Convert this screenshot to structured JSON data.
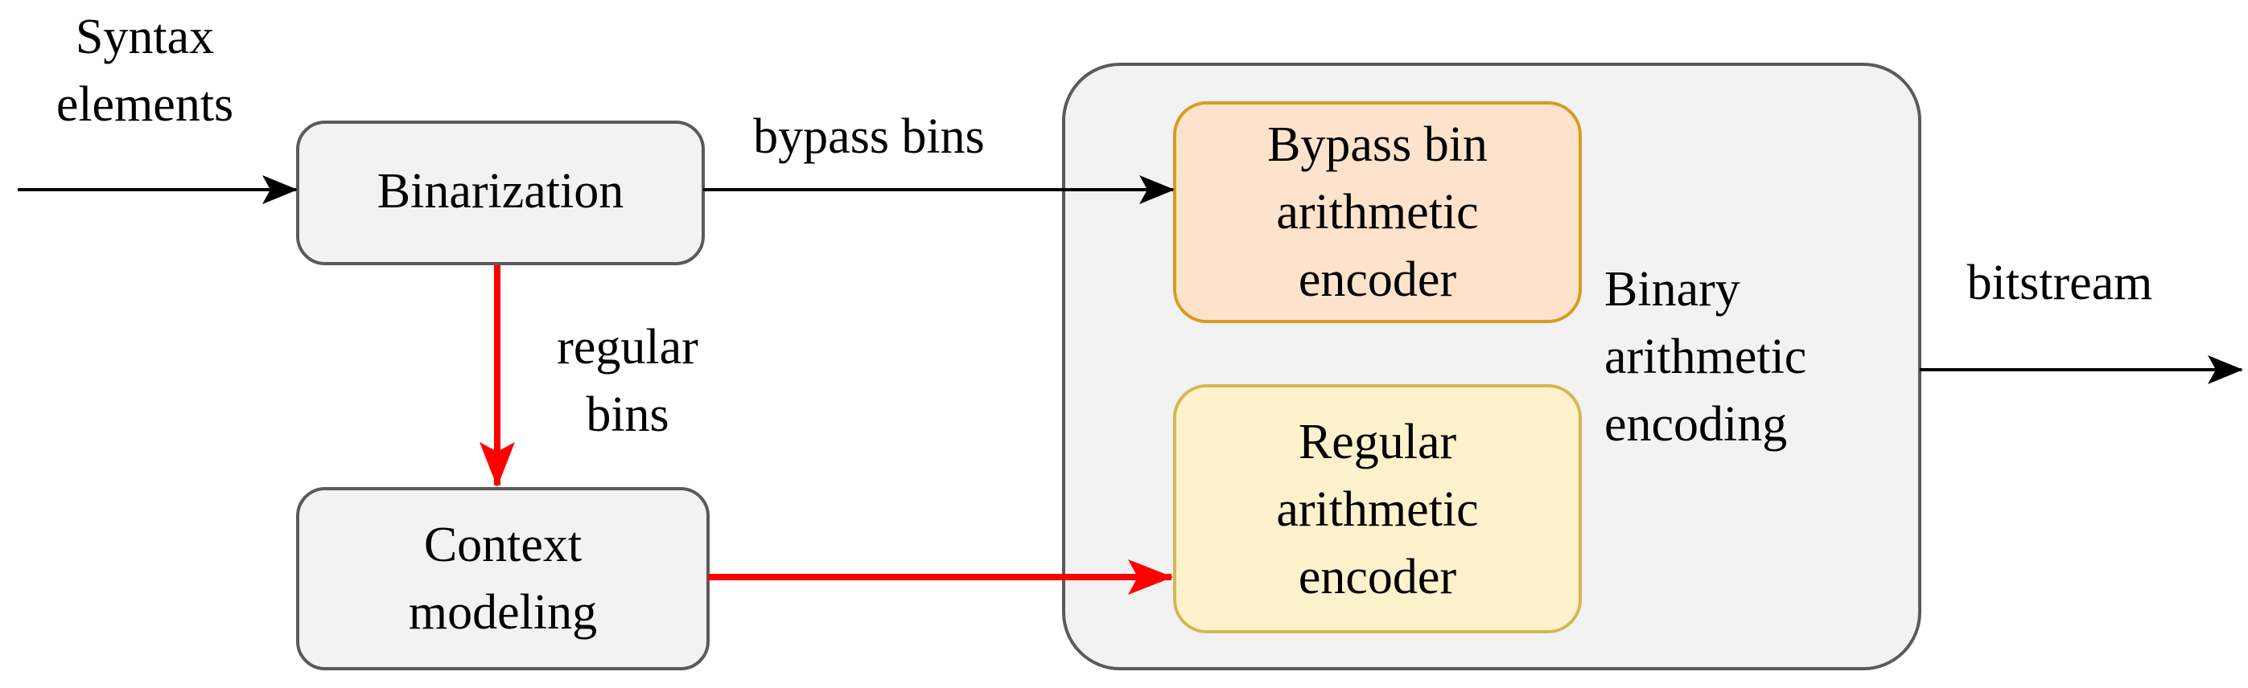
{
  "diagram": {
    "input_label": [
      "Syntax",
      "elements"
    ],
    "binarization": {
      "label": "Binarization"
    },
    "bypass_label": "bypass bins",
    "regular_label": [
      "regular",
      "bins"
    ],
    "context_modeling": {
      "label": [
        "Context",
        "modeling"
      ]
    },
    "binary_arithmetic_encoding": {
      "label": [
        "Binary",
        "arithmetic",
        "encoding"
      ],
      "bypass_encoder": {
        "label": [
          "Bypass bin",
          "arithmetic",
          "encoder"
        ]
      },
      "regular_encoder": {
        "label": [
          "Regular",
          "arithmetic",
          "encoder"
        ]
      }
    },
    "output_label": "bitstream"
  },
  "colors": {
    "process_fill": "#f2f2f2",
    "process_stroke": "#5a5a5a",
    "bypass_encoder_fill": "#fde3cc",
    "bypass_encoder_stroke": "#d79b22",
    "regular_encoder_fill": "#fef2cc",
    "regular_encoder_stroke": "#d6b656",
    "regular_path": "#ff0000",
    "bypass_path": "#000000"
  }
}
